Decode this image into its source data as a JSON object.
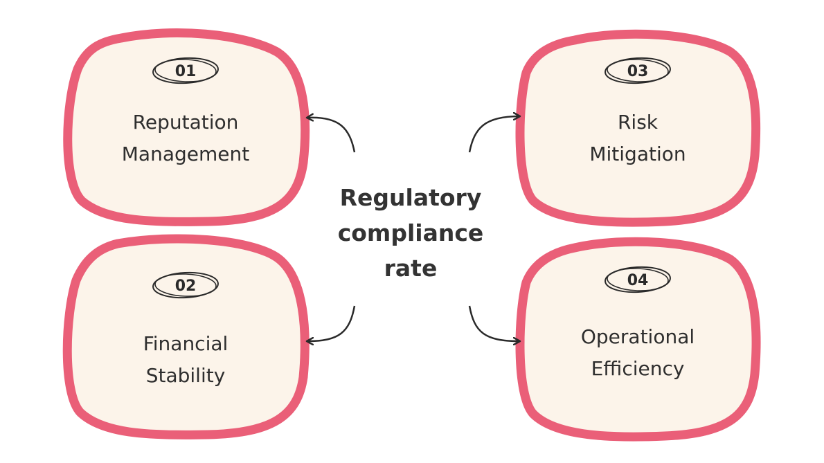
{
  "center": {
    "lines": [
      "Regulatory",
      "compliance",
      "rate"
    ]
  },
  "cards": [
    {
      "number": "01",
      "lines": [
        "Reputation",
        "Management"
      ]
    },
    {
      "number": "02",
      "lines": [
        "Financial",
        "Stability"
      ]
    },
    {
      "number": "03",
      "lines": [
        "Risk",
        "Mitigation"
      ]
    },
    {
      "number": "04",
      "lines": [
        "Operational",
        "Efficiency"
      ]
    }
  ],
  "colors": {
    "card_border": "#ea5f78",
    "card_fill": "#fcf4ea",
    "text": "#2e2e2e",
    "arrow": "#2a2a2a"
  }
}
